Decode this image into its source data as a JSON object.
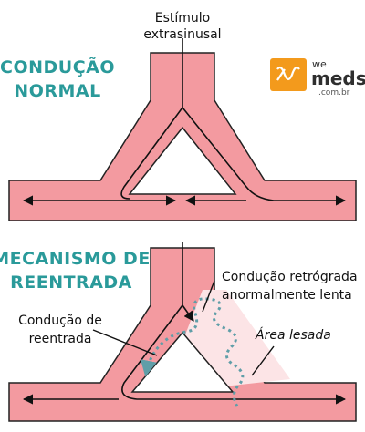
{
  "diagram": {
    "top": {
      "title_line1": "CONDUÇÃO",
      "title_line2": "NORMAL",
      "stimulus_line1": "Estímulo",
      "stimulus_line2": "extrasinusal"
    },
    "bottom": {
      "title_line1": "MECANISMO DE",
      "title_line2": "REENTRADA",
      "retro_line1": "Condução retrógrada",
      "retro_line2": "anormalmente lenta",
      "reentry_line1": "Condução de",
      "reentry_line2": "reentrada",
      "lesion": "Área lesada"
    },
    "logo": {
      "word1": "we",
      "word2": "meds",
      "domain": ".com.br"
    },
    "colors": {
      "tissue": "#f39aa0",
      "outline": "#222222",
      "title": "#2a9a9a",
      "logo_orange": "#f39a1c",
      "lesion": "#fce4e6",
      "dotted": "#5f9ea8"
    }
  }
}
